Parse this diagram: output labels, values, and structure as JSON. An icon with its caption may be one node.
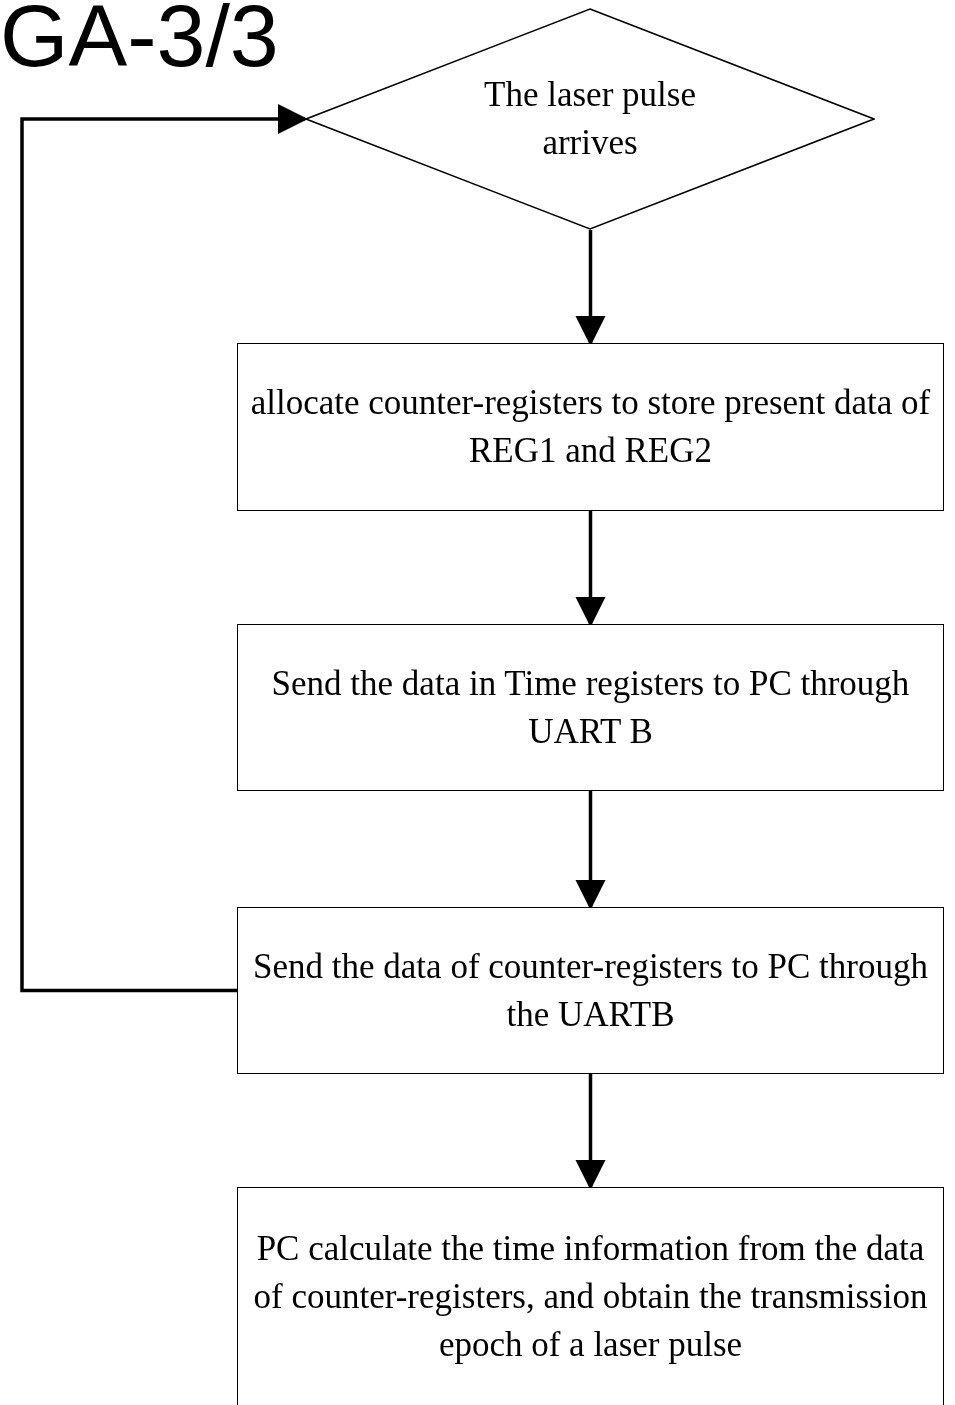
{
  "diagram": {
    "title": "GA-3/3",
    "nodes": [
      {
        "text": [
          "The laser pulse arrives"
        ]
      },
      {
        "text": [
          "allocate counter-registers to store present data of REG1 and REG2"
        ]
      },
      {
        "text": [
          "Send the data in Time registers to PC through UART B"
        ]
      },
      {
        "text": [
          "Send the data of counter-registers to PC through the UARTB"
        ]
      },
      {
        "text": [
          "PC calculate the time information from the data of counter-registers, and obtain the transmission epoch of a laser pulse"
        ]
      }
    ],
    "edges": [
      {
        "from": 0,
        "to": 1,
        "arrow": "to"
      },
      {
        "from": 1,
        "to": 2,
        "arrow": "to"
      },
      {
        "from": 2,
        "to": 3,
        "arrow": "to"
      },
      {
        "from": 3,
        "to": 4,
        "arrow": "to"
      },
      {
        "from": 3,
        "to": 0,
        "arrow": "to"
      }
    ]
  }
}
